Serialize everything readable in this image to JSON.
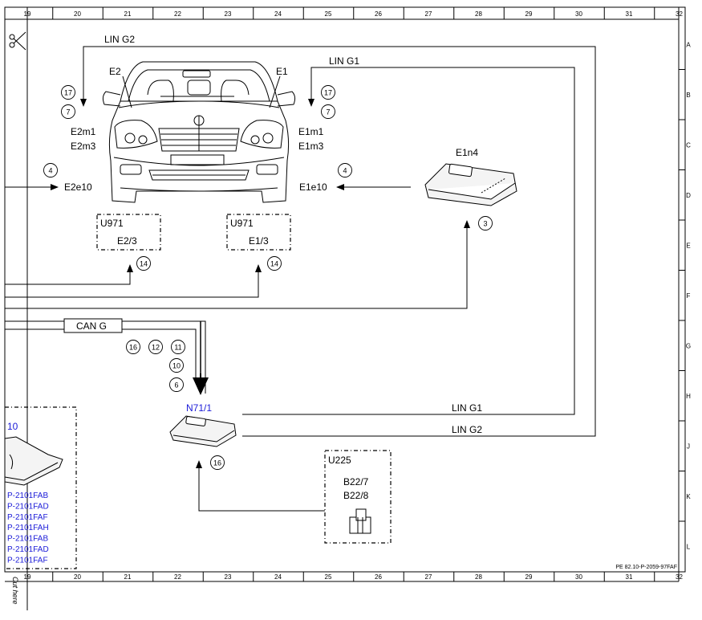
{
  "frame": {
    "col_numbers": [
      "19",
      "20",
      "21",
      "22",
      "23",
      "24",
      "25",
      "26",
      "27",
      "28",
      "29",
      "30",
      "31",
      "32"
    ],
    "row_letters": [
      "A",
      "B",
      "C",
      "D",
      "E",
      "F",
      "G",
      "H",
      "J",
      "K",
      "L"
    ],
    "doc_ref": "PE 82.10-P-2059-97FAF",
    "cut_text": "Cut here"
  },
  "car": {
    "left_label": "E2",
    "right_label": "E1"
  },
  "buses": {
    "lin_g2_top": "LIN G2",
    "lin_g1_top": "LIN G1",
    "lin_g1_bottom": "LIN G1",
    "lin_g2_bottom": "LIN G2",
    "can_g": "CAN G"
  },
  "left_lamp": {
    "codes": [
      "E2m1",
      "E2m3"
    ],
    "e10": "E2e10",
    "refs": [
      "17",
      "7"
    ],
    "e10_ref": "4"
  },
  "right_lamp": {
    "codes": [
      "E1m1",
      "E1m3"
    ],
    "e10": "E1e10",
    "refs": [
      "17",
      "7"
    ],
    "e10_ref": "4"
  },
  "u971_left": {
    "name": "U971",
    "sub": "E2/3",
    "ref": "14"
  },
  "u971_right": {
    "name": "U971",
    "sub": "E1/3",
    "ref": "14"
  },
  "e1n4": {
    "name": "E1n4",
    "ref": "3"
  },
  "n71": {
    "name": "N71/1",
    "refs_row": [
      "16",
      "12",
      "11"
    ],
    "refs_col": [
      "10",
      "6"
    ],
    "bottom_ref": "16"
  },
  "u225": {
    "name": "U225",
    "lines": [
      "B22/7",
      "B22/8"
    ]
  },
  "left_box": {
    "title": "10",
    "items": [
      "P-2101FAB",
      "P-2101FAD",
      "P-2101FAF",
      "P-2101FAH",
      "P-2101FAB",
      "P-2101FAD",
      "P-2101FAF"
    ]
  },
  "colors": {
    "link_blue": "#1b1bd8",
    "line": "#000000"
  }
}
